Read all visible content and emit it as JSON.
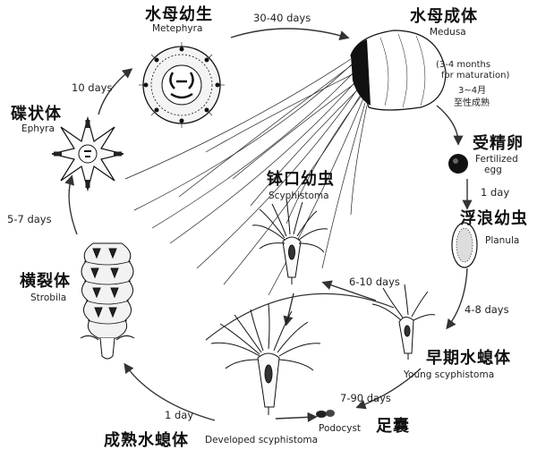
{
  "stages": {
    "metephyra": {
      "zh": "水母幼生",
      "en": "Metephyra"
    },
    "medusa": {
      "zh": "水母成体",
      "en": "Medusa",
      "note_en_1": "(3-4 months",
      "note_en_2": "for maturation)",
      "note_zh_1": "3~4月",
      "note_zh_2": "至性成熟"
    },
    "egg": {
      "zh": "受精卵",
      "en_1": "Fertilized",
      "en_2": "egg"
    },
    "planula": {
      "zh": "浮浪幼虫",
      "en": "Planula"
    },
    "young_scyphistoma": {
      "zh": "早期水螅体",
      "en": "Young scyphistoma"
    },
    "podocyst": {
      "zh": "足囊",
      "en": "Podocyst"
    },
    "developed_scyphistoma": {
      "zh": "成熟水螅体",
      "en": "Developed scyphistoma"
    },
    "scyphistoma": {
      "zh": "钵口幼虫",
      "en": "Scyphistoma"
    },
    "strobila": {
      "zh": "横裂体",
      "en": "Strobila"
    },
    "ephyra": {
      "zh": "碟状体",
      "en": "Ephyra"
    }
  },
  "durations": {
    "metephyra_to_medusa": "30-40 days",
    "ephyra_to_metephyra": "10 days",
    "egg_to_planula": "1 day",
    "planula_to_young": "4-8 days",
    "young_to_scyphistoma": "6-10 days",
    "podocyst_period": "7-90 days",
    "developed_to_strobila": "1 day",
    "strobila_to_ephyra": "5-7 days"
  },
  "colors": {
    "ink": "#111111",
    "arrow": "#333333",
    "background": "#ffffff"
  }
}
